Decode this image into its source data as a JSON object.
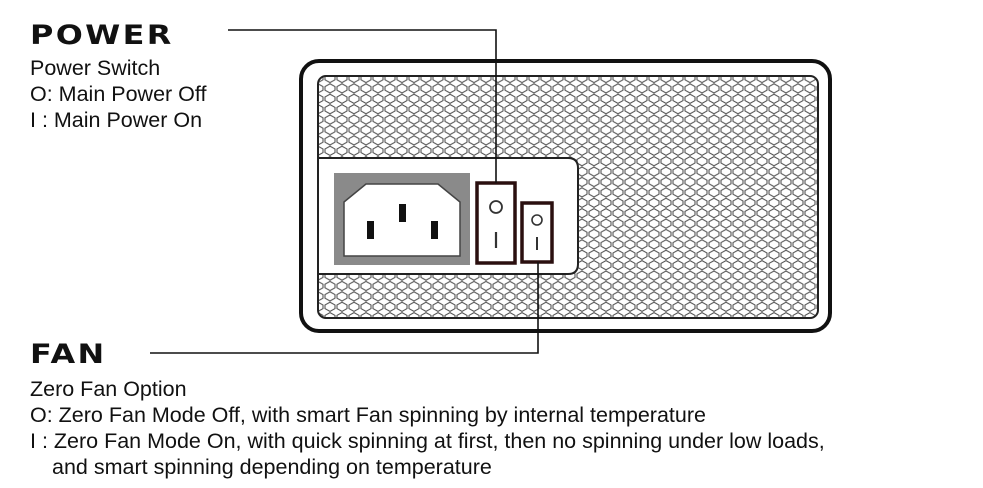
{
  "power": {
    "heading": "POWER",
    "lines": [
      "Power Switch",
      "O: Main Power Off",
      "I : Main Power On"
    ]
  },
  "fan": {
    "heading": "FAN",
    "lines": [
      "Zero Fan Option",
      "O:  Zero Fan  Mode Off, with smart Fan spinning by internal temperature",
      "I : Zero Fan  Mode On, with quick spinning at first, then no spinning under low loads,",
      "and smart spinning depending on temperature"
    ]
  },
  "switch_marks": {
    "off": "O",
    "on": "I"
  },
  "colors": {
    "ink": "#111111",
    "socket_fill": "#8a8a8a",
    "switch_outline": "#2a0f0f",
    "mesh_line": "#555555"
  }
}
